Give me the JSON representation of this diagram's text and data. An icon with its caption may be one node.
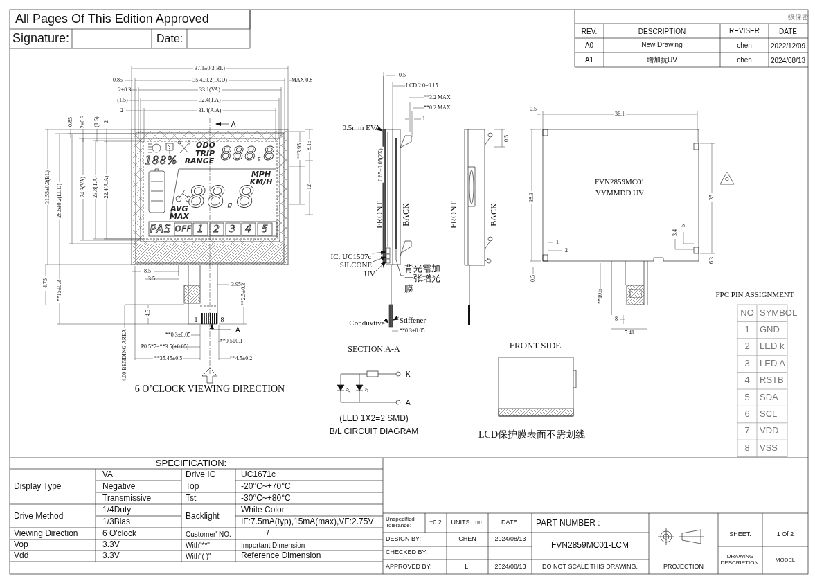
{
  "diagram": {
    "nodes": [
      {
        "text": [
          "0.5mm EVA"
        ]
      },
      {
        "text": [
          "IC: UC1507c"
        ]
      },
      {
        "text": [
          "SILCONE"
        ]
      },
      {
        "text": [
          "UV"
        ]
      },
      {
        "text": [
          "背光需加一张增光膜"
        ]
      },
      {
        "text": [
          "Conduvtive"
        ]
      },
      {
        "text": [
          "Stiffener"
        ]
      },
      {
        "text": [],
        "shape": "bar"
      },
      {
        "text": [],
        "shape": "box"
      },
      {
        "text": [],
        "shape": "box"
      },
      {
        "text": [],
        "shape": "box"
      },
      {
        "text": [],
        "shape": "bar"
      },
      {
        "text": [],
        "shape": "bar"
      },
      {
        "text": [],
        "shape": "bar"
      }
    ],
    "edges": [
      {
        "from": 0,
        "to": 7,
        "arrow": "to"
      },
      {
        "from": 1,
        "to": 8,
        "arrow": "to"
      },
      {
        "from": 2,
        "to": 9,
        "arrow": "to"
      },
      {
        "from": 3,
        "to": 10,
        "arrow": "to"
      },
      {
        "from": 4,
        "to": 11,
        "arrow": "none"
      },
      {
        "from": 5,
        "to": 12,
        "arrow": "to"
      },
      {
        "from": 6,
        "to": 13,
        "arrow": "to"
      }
    ],
    "labels": [
      "All Pages Of This Edition Approved",
      "Signature:",
      "Date:",
      "二级保密",
      "REV.",
      "DESCRIPTION",
      "REVISER",
      "DATE",
      "A0",
      "New Drawing",
      "chen",
      "2022/12/09",
      "A1",
      "增加抗UV",
      "chen",
      "2024/08/13",
      "37.1±0.3(BL)",
      "35.4±0.2(LCD)",
      "33.1(VA)",
      "32.4(T.A)",
      "31.4(A.A)",
      "0.85",
      "2±0.3",
      "(1.5)",
      "2",
      "MAX 0.8",
      "0.85",
      "2±0.3",
      "(1.5)",
      "2",
      "A",
      "31.55±0.3(BL)",
      "28.6±0.2(LCD)",
      "24.3(VA)",
      "23.8(T.A)",
      "22.4(A.A)",
      "**3.95",
      "8.15",
      "12",
      "ODO",
      "TRIP",
      "RANGE",
      "888.8",
      "188%",
      "MPH",
      "KM/H",
      "88.8",
      "AVG",
      "MAX",
      "PAS",
      "OFF",
      "1",
      "2",
      "3",
      "4",
      "5",
      "8.5",
      "3.5",
      "3.95",
      "**2.5±0.3",
      "4.75",
      "**15±0.3",
      "4.5",
      "1",
      "8",
      "A",
      "**0.3±0.05",
      "**0.5±0.1",
      "P0.5*7=**3.5(±0.05)",
      "**35.45±0.5",
      "**4.5±0.2",
      "4.00 BENDING AREA",
      "6 O’CLOCK VIEWING DIRECTION",
      "0.5",
      "LCD 2.0±0.15",
      "**3.2 MAX",
      "**0.2 MAX",
      "1",
      "0.65±0.05(2X)",
      "FRONT",
      "BACK",
      "**0.3±0.05",
      "SECTION:A-A",
      "0.5",
      "FRONT",
      "BACK",
      "0.5",
      "36.1",
      "FVN2859MC01",
      "YYMMDD UV",
      "C",
      "38.3",
      "35",
      "3.4",
      "5",
      "1",
      "2",
      "0.5",
      "6.3",
      "**10.5",
      "8",
      "5.41",
      "K",
      "A",
      "(LED 1X2=2 SMD)",
      "B/L  CIRCUIT DIAGRAM",
      "FRONT SIDE",
      "LCD保护膜表面不需划线",
      "FPC PIN ASSIGNMENT",
      "NO",
      "SYMBOL",
      "1",
      "GND",
      "2",
      "LED  k",
      "3",
      "LED  A",
      "4",
      "RSTB",
      "5",
      "SDA",
      "6",
      "SCL",
      "7",
      "VDD",
      "8",
      "VSS",
      "SPECIFICATION:",
      "Display Type",
      "VA",
      "Drive IC",
      "UC1671c",
      "Negative",
      "Top",
      "-20°C~+70°C",
      "Transmissive",
      "Tst",
      "-30°C~+80°C",
      "Drive Method",
      "1/4Duty",
      "Backlight",
      "White Color",
      "1/3Bias",
      "IF:7.5mA(typ),15mA(max),VF:2.75V",
      "Viewing Direction",
      "6 O'clock",
      "Customer' NO.",
      "/",
      "Vop",
      "3.3V",
      "With\"**\"",
      "Important Dimension",
      "Vdd",
      "3.3V",
      "With\"( )\"",
      "Reference Dimension",
      "Unspecified Tolerance:",
      "±0.2",
      "UNITS: mm",
      "DATE:",
      "PART NUMBER :",
      "DESIGN  BY:",
      "CHEN",
      "2024/08/13",
      "FVN2859MC01-LCM",
      "SHEET:",
      "1 Of 2",
      "CHECKED  BY:",
      "APPROVED BY:",
      "LI",
      "2024/08/13",
      "DO NOT SCALE THIS DRAWING.",
      "PROJECTION",
      "DRAWING DESCRIPTION:",
      "MODEL"
    ]
  }
}
